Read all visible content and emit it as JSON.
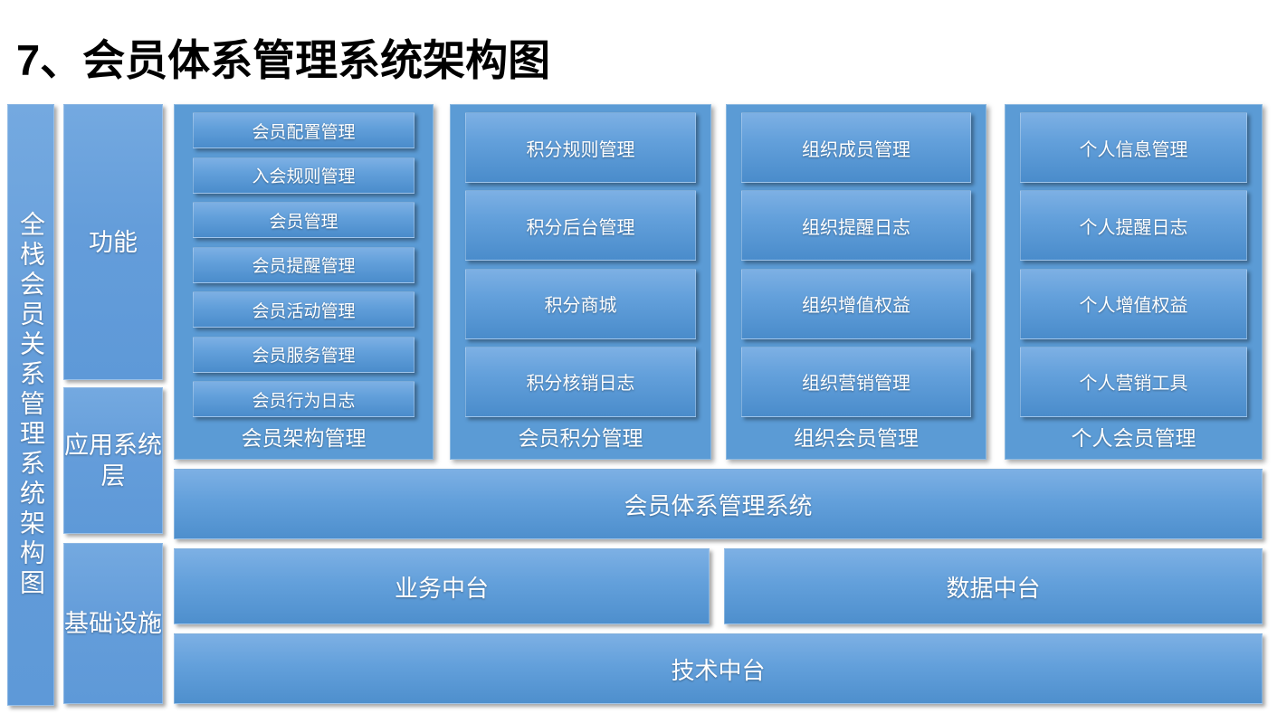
{
  "title": "7、会员体系管理系统架构图",
  "side_band": {
    "label": "全栈会员关系管理系统架构图"
  },
  "layers": [
    {
      "name": "layer-function",
      "label": "功能"
    },
    {
      "name": "layer-app",
      "label": "应用系统层"
    },
    {
      "name": "layer-infra",
      "label": "基础设施"
    }
  ],
  "groups": [
    {
      "footer": "会员架构管理",
      "items": [
        "会员配置管理",
        "入会规则管理",
        "会员管理",
        "会员提醒管理",
        "会员活动管理",
        "会员服务管理",
        "会员行为日志"
      ]
    },
    {
      "footer": "会员积分管理",
      "items": [
        "积分规则管理",
        "积分后台管理",
        "积分商城",
        "积分核销日志"
      ]
    },
    {
      "footer": "组织会员管理",
      "items": [
        "组织成员管理",
        "组织提醒日志",
        "组织增值权益",
        "组织营销管理"
      ]
    },
    {
      "footer": "个人会员管理",
      "items": [
        "个人信息管理",
        "个人提醒日志",
        "个人增值权益",
        "个人营销工具"
      ]
    }
  ],
  "platform_bars": [
    {
      "name": "bar-system",
      "label": "会员体系管理系统"
    },
    {
      "name": "bar-biz",
      "label": "业务中台"
    },
    {
      "name": "bar-data",
      "label": "数据中台"
    },
    {
      "name": "bar-tech",
      "label": "技术中台"
    }
  ],
  "colors": {
    "panel_background": "#5b9bd5",
    "card_top": "#7db0e4",
    "card_bottom": "#4a8ccb",
    "page_background": "#ffffff",
    "text": "#ffffff",
    "title_text": "#000000"
  }
}
